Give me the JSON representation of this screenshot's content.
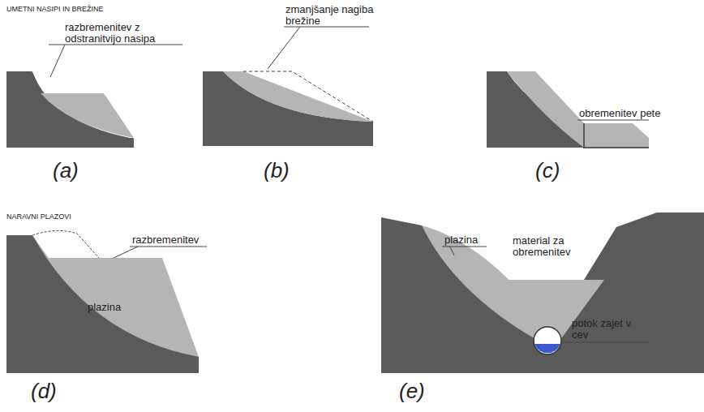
{
  "diagram": {
    "labels": [
      "UMETNI NASIPI IN BREŽINE",
      "razbremenitev z odstranitvijo nasipa",
      "zmanjšanje nagiba brežine",
      "obremenitev pete",
      "(a)",
      "(b)",
      "(c)",
      "NARAVNI PLAZOVI",
      "razbremenitev",
      "plazina",
      "(d)",
      "plazina",
      "material za obremenitev",
      "potok zajet v cev",
      "(e)"
    ]
  }
}
